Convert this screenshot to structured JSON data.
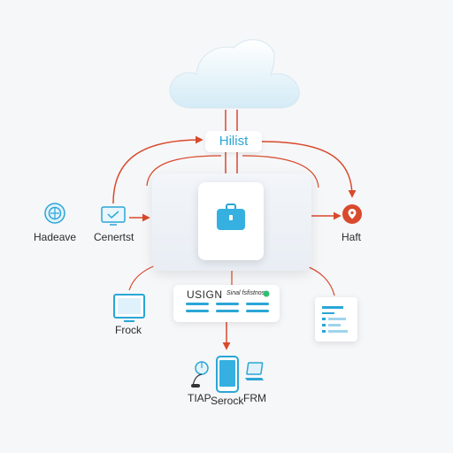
{
  "hub": {
    "label": "Hilist"
  },
  "nodes": {
    "left_far": {
      "label": "Hadeave",
      "icon": "globe-icon"
    },
    "left_near": {
      "label": "Cenertst",
      "icon": "monitor-icon"
    },
    "right": {
      "label": "Haft",
      "icon": "location-pin-icon"
    },
    "bottom_left": {
      "label": "Frock",
      "icon": "display-icon"
    },
    "center": {
      "icon": "briefcase-icon"
    },
    "doc": {
      "icon": "document-list-icon"
    }
  },
  "info_card": {
    "title": "USIGN",
    "subtitle": "Sinal fsfistnos"
  },
  "devices": {
    "left": {
      "label": "TIAP",
      "icon": "mouse-icon"
    },
    "middle": {
      "label": "Serock",
      "icon": "phone-icon"
    },
    "right": {
      "label": "FRM",
      "icon": "laptop-icon"
    }
  },
  "colors": {
    "accent": "#2aa6d6",
    "wire": "#d9492c",
    "panel": "#eef2f6"
  }
}
